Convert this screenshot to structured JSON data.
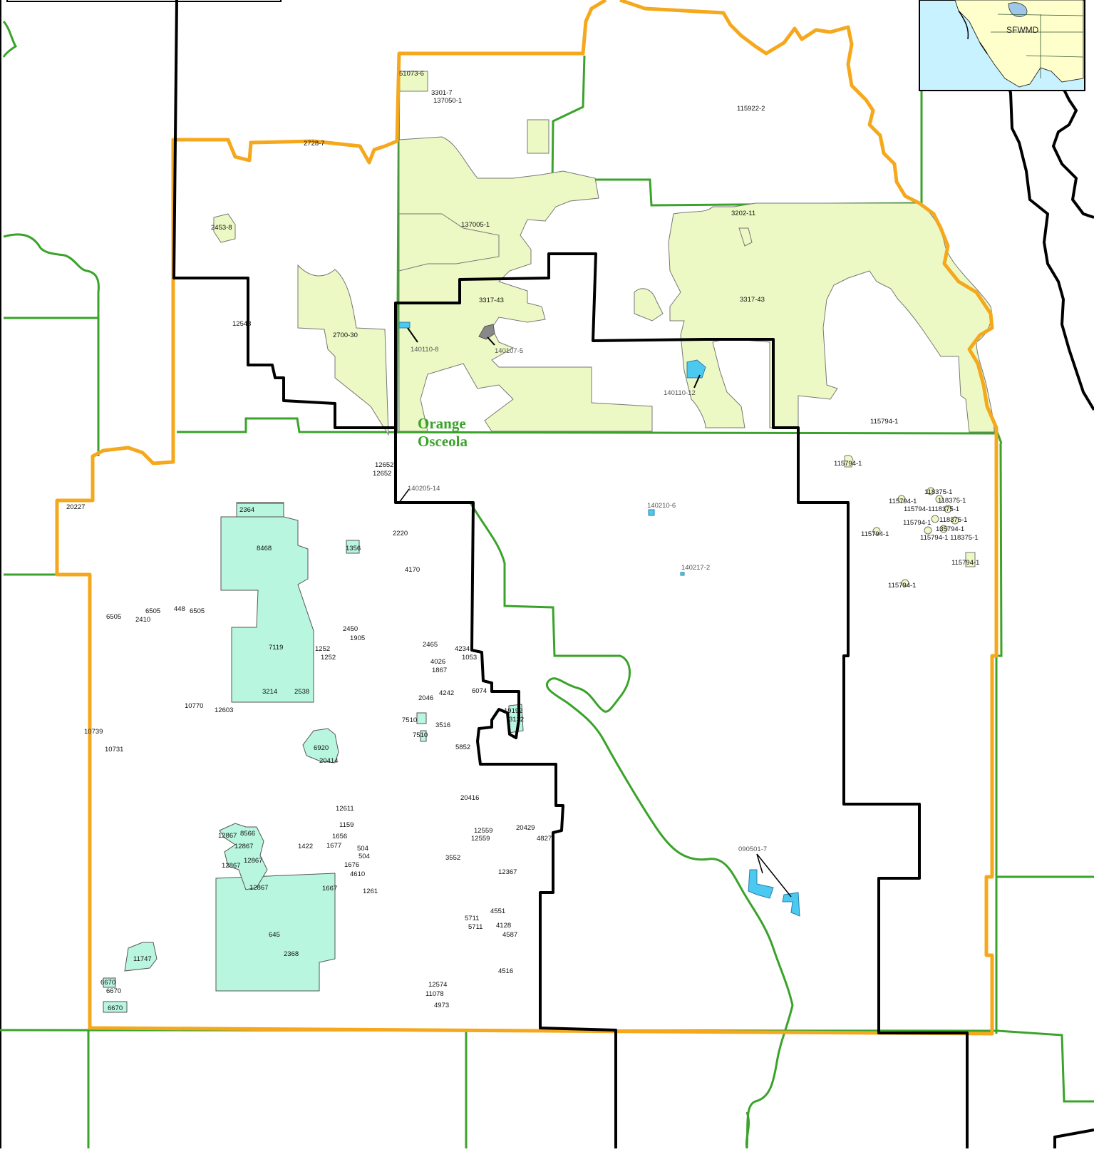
{
  "counties": {
    "north": "Orange",
    "south": "Osceola"
  },
  "inset": {
    "label": "SFWMD",
    "water_color": "#c8f2ff",
    "land_color": "#ffffcc"
  },
  "colors": {
    "county_line": "#3aa32a",
    "district_boundary": "#f5a81c",
    "basin_line": "#000000",
    "pale_parcel": "#ecf9c4",
    "mint_parcel": "#b9f6e0",
    "blue_parcel": "#4cc9f0"
  },
  "labels": {
    "l51073": "51073-6",
    "l3301": "3301-7",
    "l137050": "137050-1",
    "l115922": "115922-2",
    "l2728": "2728-7",
    "l2453": "2453-8",
    "l137005": "137005-1",
    "l3202": "3202-11",
    "l3317a": "3317-43",
    "l3317b": "3317-43",
    "l12548": "12548",
    "l2700": "2700-30",
    "l140110_8": "140110-8",
    "l140107": "140107-5",
    "l140110_12": "140110-12",
    "l115794a": "115794-1",
    "l12652a": "12652",
    "l12652b": "12652",
    "l140205": "140205-14",
    "l140210": "140210-6",
    "l140217": "140217-2",
    "l115794b": "115794-1",
    "l20227": "20227",
    "l2364": "2364",
    "l8468": "8468",
    "l1356": "1356",
    "l2220": "2220",
    "l4170": "4170",
    "l6505a": "6505",
    "l6505b": "6505",
    "l6505c": "6505",
    "l448": "448",
    "l2410": "2410",
    "l2450": "2450",
    "l1905": "1905",
    "l7119": "7119",
    "l1252": "1252",
    "l1252b": "1252",
    "l3214": "3214",
    "l2538": "2538",
    "l10770": "10770",
    "l12603": "12603",
    "l10739": "10739",
    "l10731": "10731",
    "l6920": "6920",
    "l20414": "20414",
    "l2465": "2465",
    "l4026": "4026",
    "l1867": "1867",
    "l4234": "4234",
    "l1053": "1053",
    "l2046": "2046",
    "l4242": "4242",
    "l6074": "6074",
    "l19192": "19192",
    "l3132": "3132",
    "l7510a": "7510",
    "l7510b": "7510",
    "l3516": "3516",
    "l5852": "5852",
    "l20416": "20416",
    "l12611": "12611",
    "l1159": "1159",
    "l1656": "1656",
    "l1677": "1677",
    "l1422": "1422",
    "l504a": "504",
    "l504b": "504",
    "l1676": "1676",
    "l4610": "4610",
    "l1261": "1261",
    "l12559a": "12559",
    "l12559b": "12559",
    "l20429": "20429",
    "l4827": "4827",
    "l3552": "3552",
    "l12367": "12367",
    "l12867a": "12867",
    "l8566": "8566",
    "l12867b": "12867",
    "l12867c": "12867",
    "l12867d": "12867",
    "l12867e": "12867",
    "l1667": "1667",
    "l645": "645",
    "l2368": "2368",
    "l4551": "4551",
    "l5711a": "5711",
    "l5711b": "5711",
    "l4128": "4128",
    "l4587": "4587",
    "l4516": "4516",
    "l12574": "12574",
    "l11078": "11078",
    "l4973": "4973",
    "l11747": "11747",
    "l6670a": "6670",
    "l6670b": "6670",
    "l6670c": "6670",
    "l090501": "090501-7",
    "l118375a": "118375-1",
    "l118375b": "118375-1",
    "l115794c": "115794-1",
    "l115794d": "115794-1118375-1",
    "l115794e": "115794-1",
    "l118375c": "118375-1",
    "l135794": "135794-1",
    "l115794f": "115794-1",
    "l115794g": "115794-1 118375-1",
    "l115794h": "115794-1",
    "l115794i": "115794-1"
  }
}
